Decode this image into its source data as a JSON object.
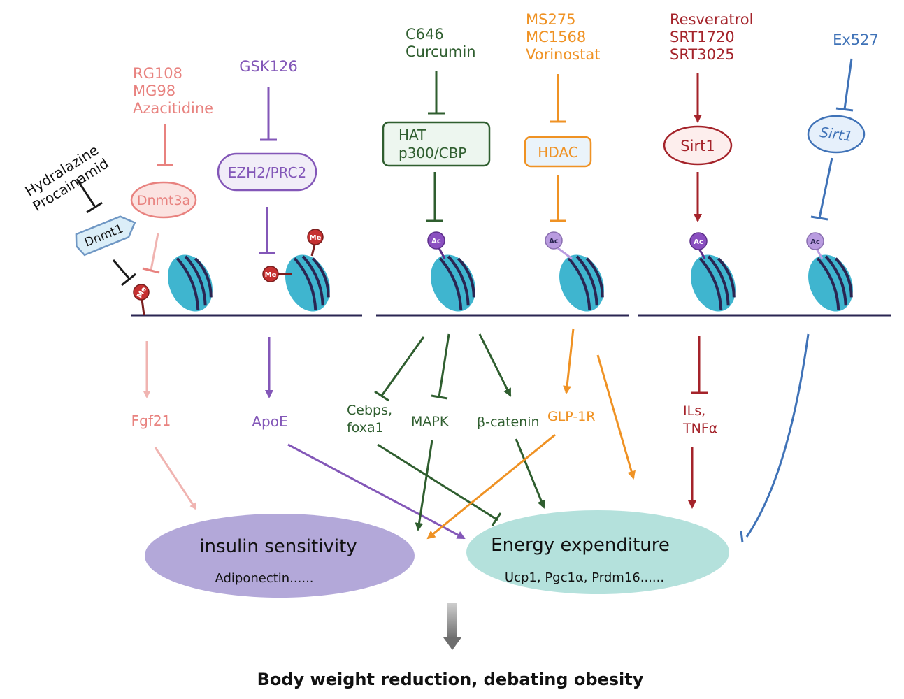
{
  "colors": {
    "pink": "#e8827f",
    "pink_light": "#f0b4b1",
    "black": "#1a1a1a",
    "purple": "#8357b8",
    "green": "#2f5e2f",
    "orange": "#ef9224",
    "red": "#a4232a",
    "blue": "#3f72b7",
    "dna": "#2a2552",
    "nucleosome": "#3fb5cf",
    "me_red": "#c63131",
    "ac_purple": "#8a4fc0",
    "ac_light": "#b99be0",
    "ellipse_purple": "#b3a8d9",
    "ellipse_teal": "#b4e1dc",
    "grey_arrow": "#7a7a7a"
  },
  "drugs": {
    "dnmt1": [
      "Hydralazine",
      "Procainamid"
    ],
    "dnmt3a": [
      "RG108",
      "MG98",
      "Azacitidine"
    ],
    "ezh2": [
      "GSK126"
    ],
    "hat": [
      "C646",
      "Curcumin"
    ],
    "hdac": [
      "MS275",
      "MC1568",
      "Vorinostat"
    ],
    "sirt1_act": [
      "Resveratrol",
      "SRT1720",
      "SRT3025"
    ],
    "sirt1_inh": [
      "Ex527"
    ]
  },
  "enzymes": {
    "dnmt1": "Dnmt1",
    "dnmt3a": "Dnmt3a",
    "ezh2": "EZH2/PRC2",
    "hat": [
      "HAT",
      "p300/CBP"
    ],
    "hdac": "HDAC",
    "sirt1_act": "Sirt1",
    "sirt1_inh": "Sirt1"
  },
  "marks": {
    "me": "Me",
    "ac": "Ac"
  },
  "targets": {
    "fgf21": "Fgf21",
    "apoe": "ApoE",
    "cebps": [
      "Cebps,",
      "foxa1"
    ],
    "mapk": "MAPK",
    "catenin": "β-catenin",
    "glp1r": "GLP-1R",
    "ils": [
      "ILs,",
      "TNFα"
    ]
  },
  "outcomes": {
    "insulin": {
      "title": "insulin sensitivity",
      "sub": "Adiponectin......"
    },
    "energy": {
      "title": "Energy expenditure",
      "sub": "Ucp1, Pgc1α, Prdm16......"
    }
  },
  "footer": "Body weight reduction, debating obesity"
}
